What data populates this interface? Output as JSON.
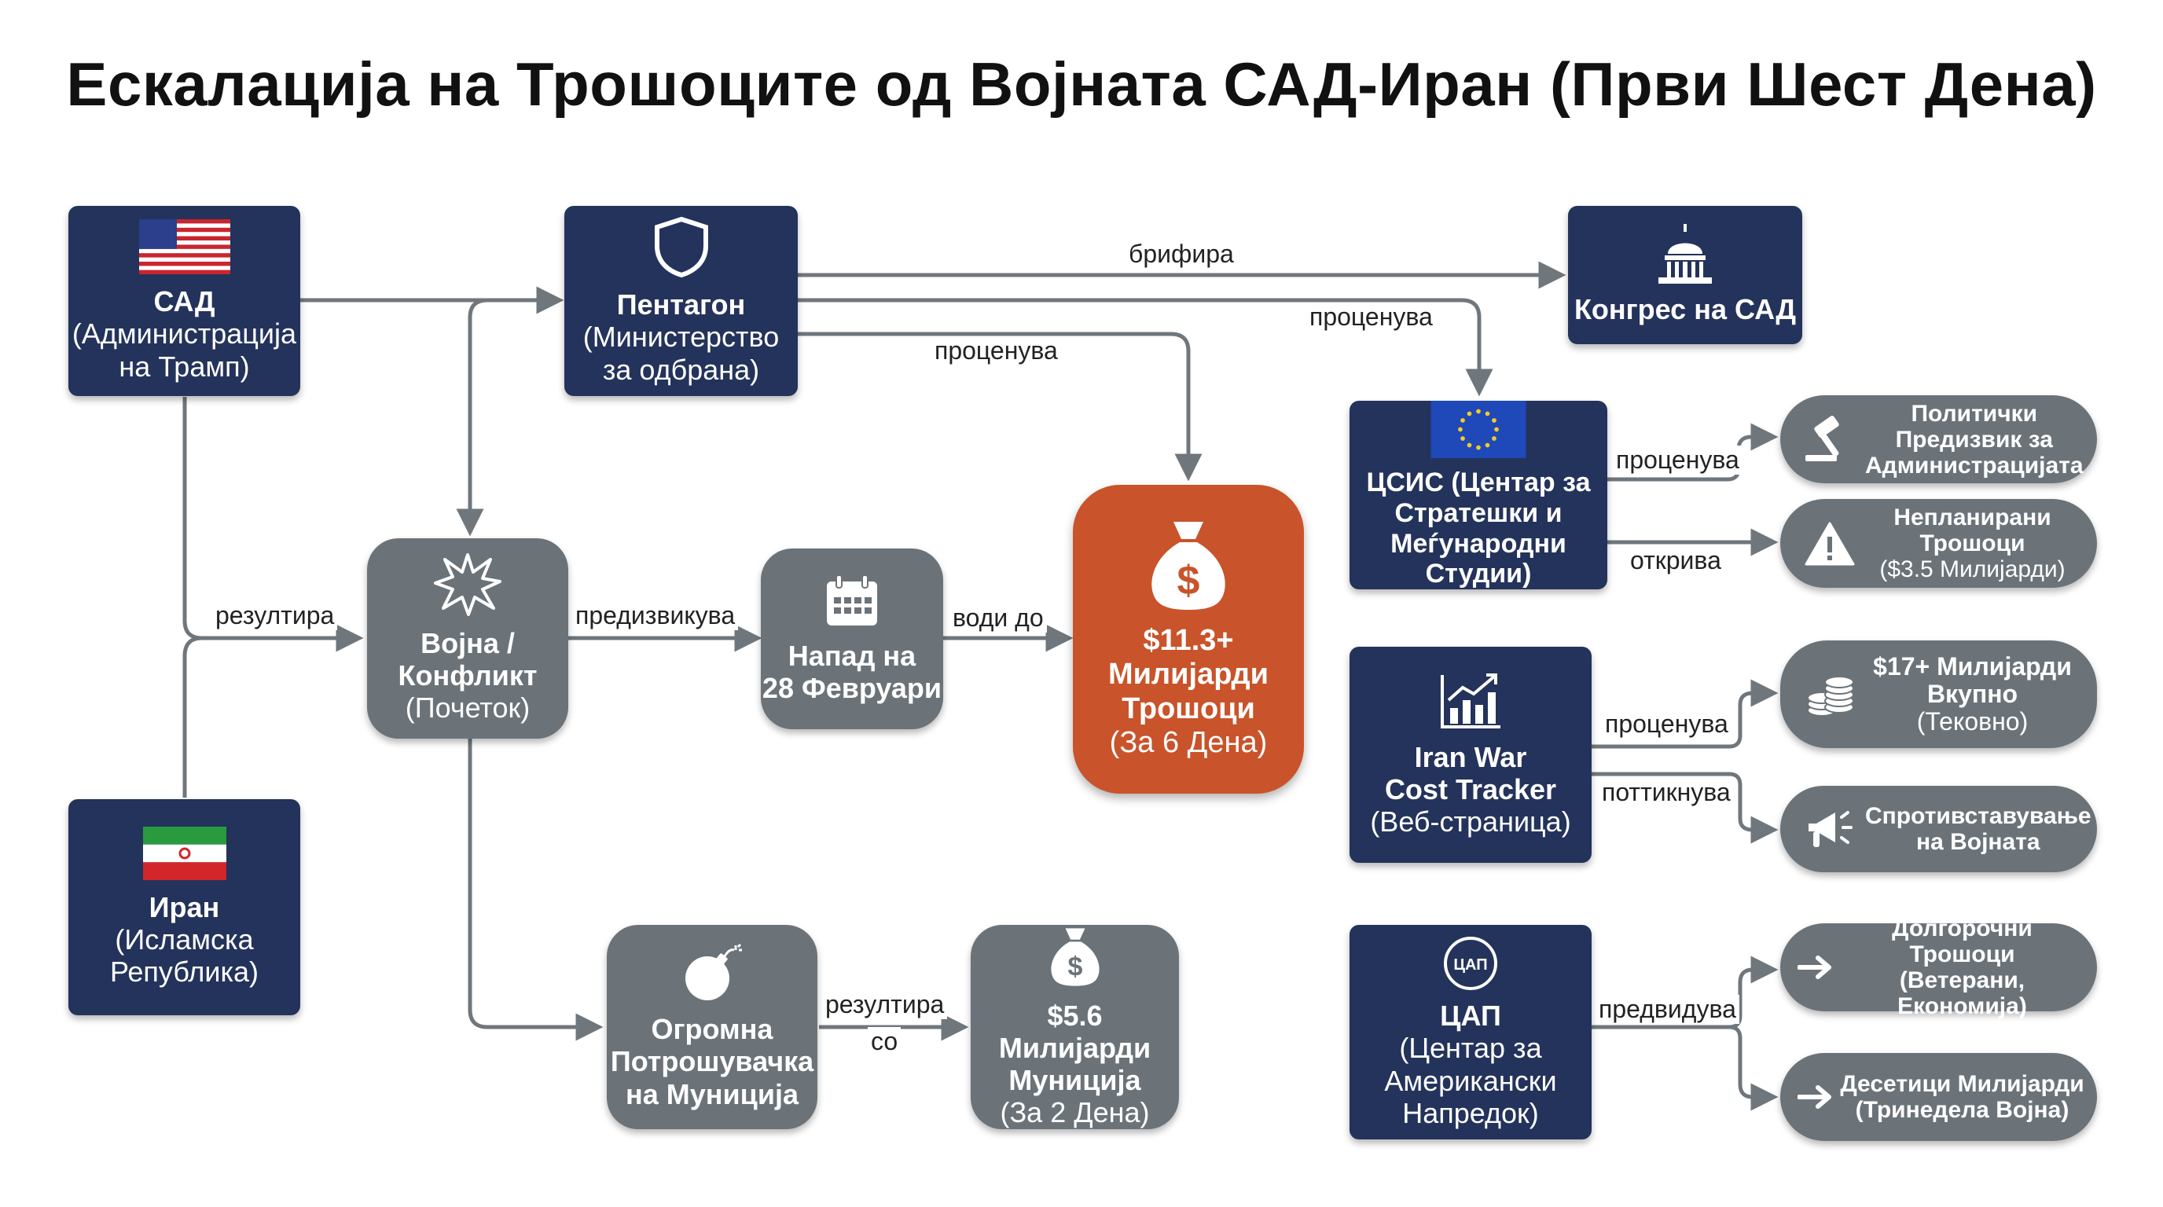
{
  "title": "Ескалација на Трошоците од Војната САД-Иран (Први Шест Дена)",
  "nodes": {
    "usa": {
      "name": "САД",
      "sub1": "(Администрација",
      "sub2": "на Трамп)",
      "icon": "us-flag-icon"
    },
    "pentagon": {
      "name": "Пентагон",
      "sub1": "(Министерство",
      "sub2": "за одбрана)",
      "icon": "shield-icon"
    },
    "congress": {
      "name": "Конгрес на САД",
      "icon": "capitol-icon"
    },
    "iran": {
      "name": "Иран",
      "sub1": "(Исламска",
      "sub2": "Република)",
      "icon": "iran-flag-icon"
    },
    "war": {
      "name1": "Војна /",
      "name2": "Конфликт",
      "sub": "(Почеток)",
      "icon": "explosion-icon"
    },
    "attack": {
      "name1": "Напад на",
      "name2": "28 Февруари",
      "icon": "calendar-icon"
    },
    "cost": {
      "line1": "$11.3+",
      "line2": "Милијарди",
      "line3": "Трошоци",
      "sub": "(За 6 Дена)",
      "icon": "money-bag-icon"
    },
    "ammo_use": {
      "line1": "Огромна",
      "line2": "Потрошувачка",
      "line3": "на Муниција",
      "icon": "bomb-icon"
    },
    "ammo_cost": {
      "line1": "$5.6 Милијарди",
      "line2": "Муниција",
      "sub": "(За 2 Дена)",
      "icon": "money-bag-icon"
    },
    "csis": {
      "line1": "ЦСИС (Центар за",
      "line2": "Стратешки и",
      "line3": "Меѓународни Студии)",
      "icon": "eu-flag-icon"
    },
    "tracker": {
      "line1": "Iran War",
      "line2": "Cost Tracker",
      "sub": "(Веб-страница)",
      "icon": "bar-chart-icon"
    },
    "cap": {
      "name": "ЦАП",
      "sub1": "(Центар за",
      "sub2": "Американски",
      "sub3": "Напредок)",
      "icon": "cap-badge-icon",
      "badge": "ЦАП"
    }
  },
  "outcomes": {
    "political": {
      "line1": "Политички",
      "line2": "Предизвик за",
      "line3": "Администрацијата",
      "icon": "gavel-icon"
    },
    "unplanned": {
      "line1": "Непланирани",
      "line2": "Трошоци",
      "line3": "($3.5 Милијарди)",
      "icon": "warning-icon"
    },
    "total": {
      "line1": "$17+ Милијарди",
      "line2": "Вкупно",
      "line3": "(Тековно)",
      "icon": "coins-icon"
    },
    "opposition": {
      "line1": "Спротивставување",
      "line2": "на Војната",
      "icon": "megaphone-icon"
    },
    "longterm": {
      "line1": "Долгорочни Трошоци",
      "line2": "(Ветерани, Економија)",
      "icon": "arrow-right-icon"
    },
    "tens": {
      "line1": "Десетици Милијарди",
      "line2": "(Тринедела Војна)",
      "icon": "arrow-right-icon"
    }
  },
  "edges": {
    "brief": "брифира",
    "estimates1": "проценува",
    "estimates2": "проценува",
    "results": "резултира",
    "causes": "предизвикува",
    "leads": "води до",
    "results_with1": "резултира",
    "results_with2": "со",
    "csis_estimates": "проценува",
    "csis_reveals": "открива",
    "tracker_estimates": "проценува",
    "tracker_prompted": "поттикнува",
    "cap_predicts": "предвидува"
  },
  "colors": {
    "navy": "#24335b",
    "grey": "#6b7379",
    "orange": "#c9532a",
    "connector": "#6f777d"
  }
}
